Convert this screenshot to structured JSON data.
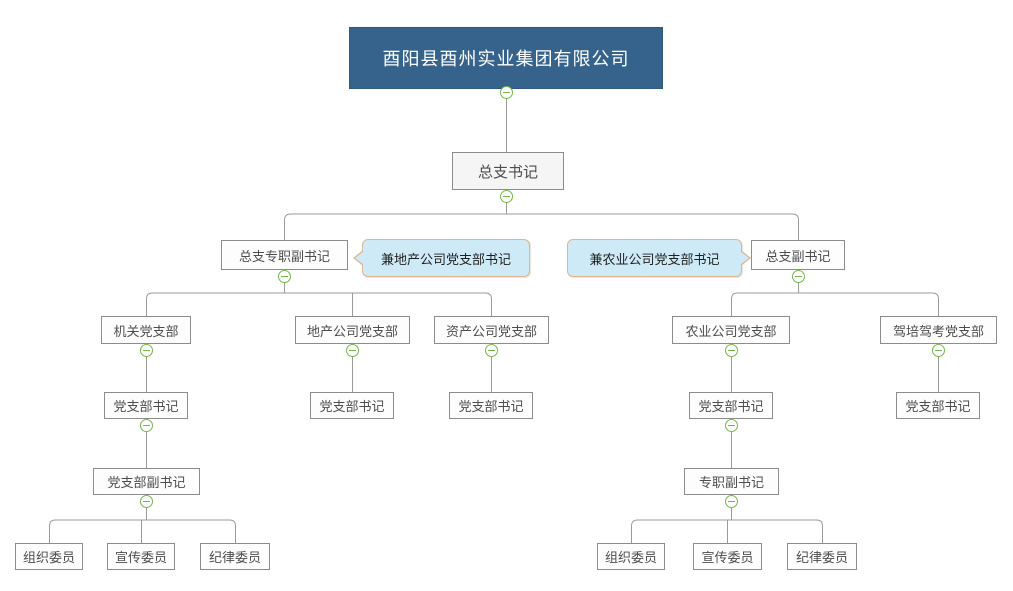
{
  "org_chart": {
    "company": "酉阳县酉州实业集团有限公司",
    "general_branch_secretary": "总支书记",
    "full_time_deputy_secretary": "总支专职副书记",
    "deputy_secretary": "总支副书记",
    "callout_realestate": "兼地产公司党支部书记",
    "callout_agriculture": "兼农业公司党支部书记",
    "branch_office": "机关党支部",
    "branch_realestate": "地产公司党支部",
    "branch_assets": "资产公司党支部",
    "branch_agriculture": "农业公司党支部",
    "branch_driving": "驾培驾考党支部",
    "branch_secretary": "党支部书记",
    "branch_deputy_secretary": "党支部副书记",
    "branch_full_time_deputy": "专职副书记",
    "member_organization": "组织委员",
    "member_publicity": "宣传委员",
    "member_discipline": "纪律委员"
  },
  "icons": {
    "collapse_toggle": "minus-circle"
  },
  "colors": {
    "root_bg": "#36638c",
    "root_text": "#ffffff",
    "node_bg": "#fdfdfd",
    "node_alt_bg": "#f5f5f5",
    "node_border": "#8c8c8c",
    "node_text": "#4d4d4d",
    "callout_bg": "#cfeaf7",
    "callout_border": "#d9b893",
    "connector": "#9b9b9b",
    "toggle_green": "#74b74a"
  }
}
